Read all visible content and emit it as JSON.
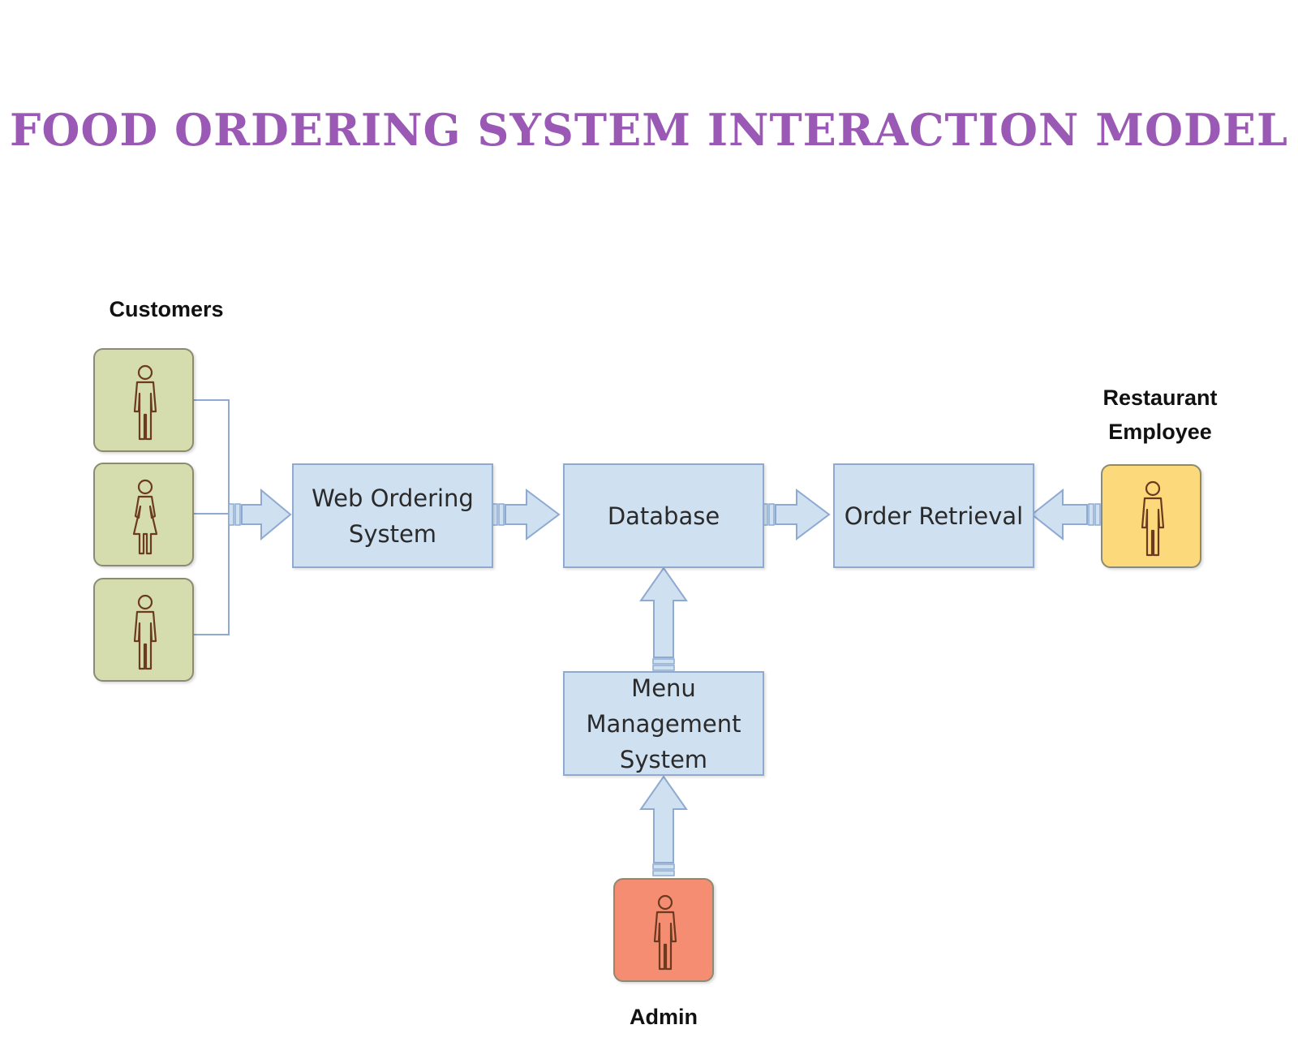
{
  "title": "FOOD ORDERING SYSTEM INTERACTION MODEL",
  "colors": {
    "title": "#9b59b6",
    "process_fill": "#cfe0f1",
    "process_border": "#8eaad0",
    "customer_fill": "#d5dcae",
    "employee_fill": "#fcd97a",
    "admin_fill": "#f48d72",
    "arrow_fill": "#cfe0f1",
    "arrow_stroke": "#8eaad0",
    "figure_stroke": "#6b3a1f"
  },
  "actors": {
    "customers_label": "Customers",
    "employee_label": "Restaurant\nEmployee",
    "admin_label": "Admin",
    "customer_icons": [
      "male-icon",
      "female-icon",
      "male-icon"
    ],
    "employee_icon": "male-icon",
    "admin_icon": "male-icon"
  },
  "processes": {
    "web_ordering": "Web Ordering\nSystem",
    "database": "Database",
    "order_retrieval": "Order Retrieval",
    "menu_management": "Menu\nManagement\nSystem"
  }
}
